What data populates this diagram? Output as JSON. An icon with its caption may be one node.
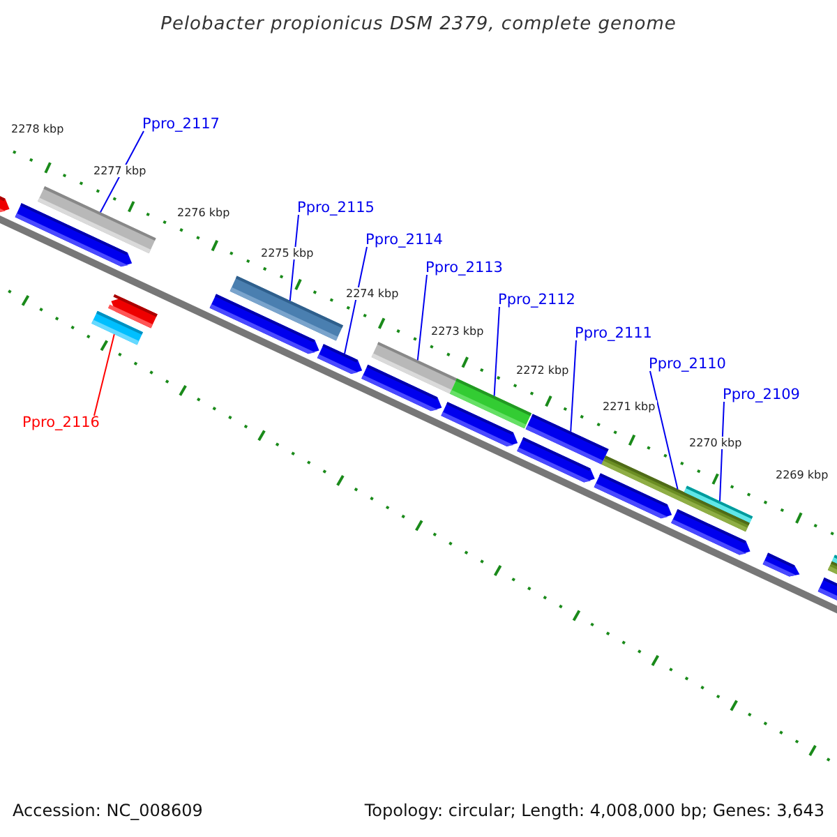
{
  "diagram": {
    "title": "Pelobacter propionicus DSM 2379, complete genome",
    "nodes": [
      {
        "text": [
          "Ppro_2117"
        ]
      },
      {
        "text": [],
        "shape": "bar"
      },
      {
        "text": [
          "Ppro_2115"
        ]
      },
      {
        "text": [],
        "shape": "bar"
      },
      {
        "text": [
          "Ppro_2114"
        ]
      },
      {
        "text": [],
        "shape": "bar"
      },
      {
        "text": [
          "Ppro_2113"
        ]
      },
      {
        "text": [],
        "shape": "bar"
      },
      {
        "text": [
          "Ppro_2112"
        ]
      },
      {
        "text": [],
        "shape": "bar"
      },
      {
        "text": [
          "Ppro_2111"
        ]
      },
      {
        "text": [],
        "shape": "bar"
      },
      {
        "text": [
          "Ppro_2110"
        ]
      },
      {
        "text": [],
        "shape": "bar"
      },
      {
        "text": [
          "Ppro_2109"
        ]
      },
      {
        "text": [],
        "shape": "bar"
      },
      {
        "text": [
          "Ppro_2116"
        ]
      },
      {
        "text": [],
        "shape": "bar"
      }
    ],
    "edges": [
      {
        "from": 0,
        "to": 1,
        "arrow": "none"
      },
      {
        "from": 2,
        "to": 3,
        "arrow": "none"
      },
      {
        "from": 4,
        "to": 5,
        "arrow": "none"
      },
      {
        "from": 6,
        "to": 7,
        "arrow": "none"
      },
      {
        "from": 8,
        "to": 9,
        "arrow": "none"
      },
      {
        "from": 10,
        "to": 11,
        "arrow": "none"
      },
      {
        "from": 12,
        "to": 13,
        "arrow": "none"
      },
      {
        "from": 14,
        "to": 15,
        "arrow": "none"
      },
      {
        "from": 16,
        "to": 17,
        "arrow": "none",
        "color": "#ff0000"
      }
    ],
    "labels": [
      "2278 kbp",
      "2277 kbp",
      "2276 kbp",
      "2275 kbp",
      "2274 kbp",
      "2273 kbp",
      "2272 kbp",
      "2271 kbp",
      "2270 kbp",
      "2269 kbp",
      "Accession: NC_008609",
      "Topology: circular; Length: 4,008,000 bp; Genes: 3,643"
    ]
  }
}
